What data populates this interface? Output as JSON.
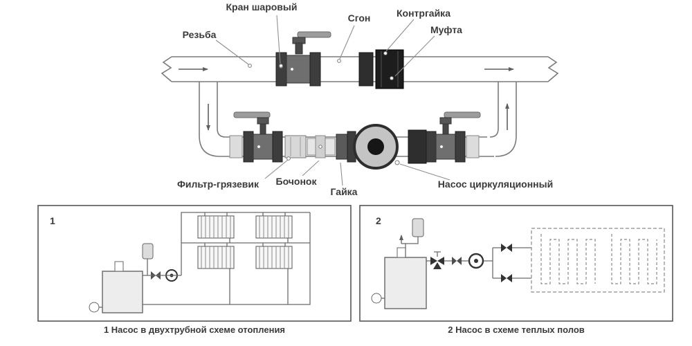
{
  "colors": {
    "background": "#ffffff",
    "ink": "#3a3a3a",
    "pipe_line": "#7a7a7a",
    "fitting_dark": "#2e2e2e",
    "valve_body": "#6f6f6f",
    "handle": "#9c9c9c"
  },
  "diagram": {
    "labels": {
      "ball_valve": "Кран шаровый",
      "union_pipe": "Сгон",
      "lock_nut": "Контргайка",
      "coupling": "Муфта",
      "thread": "Резьба",
      "filter": "Фильтр-грязевик",
      "barrel": "Бочонок",
      "nut": "Гайка",
      "pump": "Насос циркуляционный"
    }
  },
  "panels": [
    {
      "number": "1",
      "caption": "1 Насос в двухтрубной схеме отопления"
    },
    {
      "number": "2",
      "caption": "2 Насос в схеме теплых полов"
    }
  ]
}
